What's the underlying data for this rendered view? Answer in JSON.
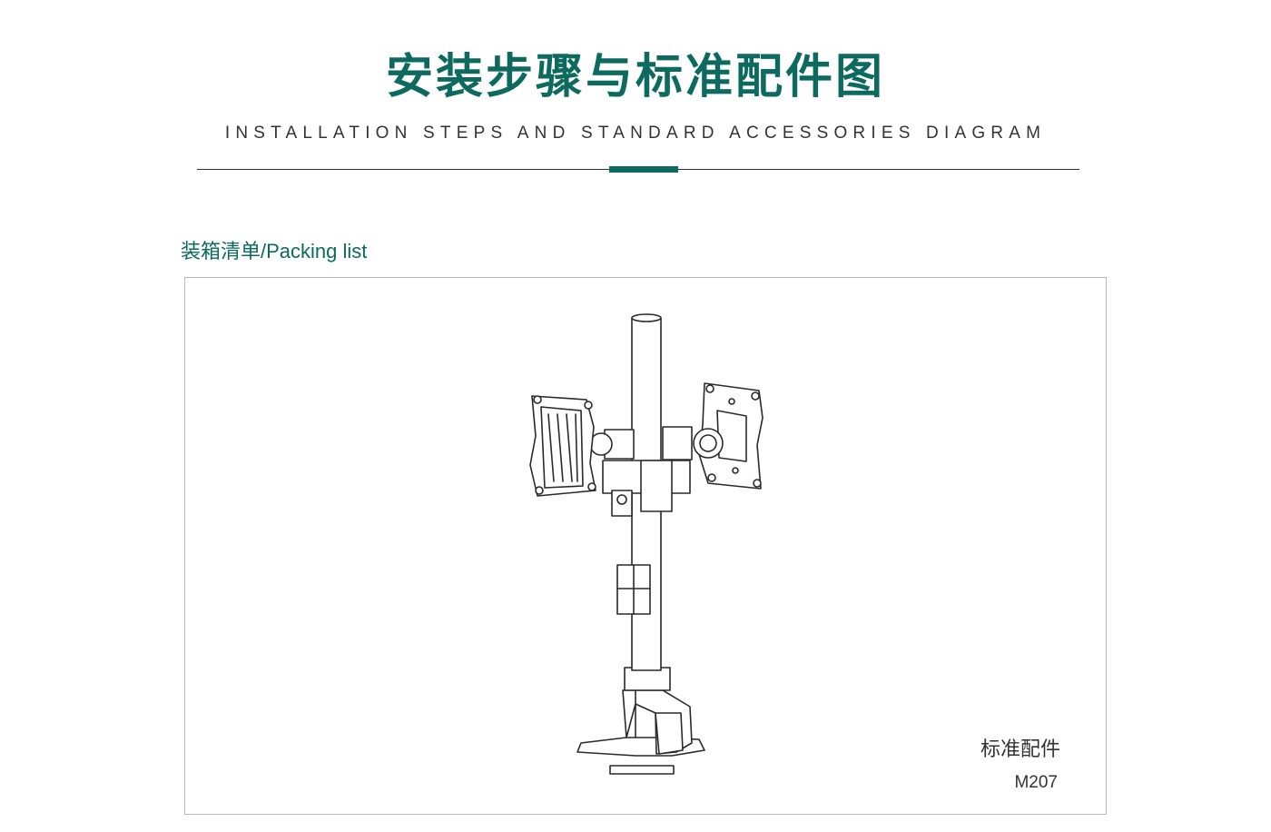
{
  "header": {
    "title": "安装步骤与标准配件图",
    "subtitle": "INSTALLATION STEPS AND STANDARD ACCESSORIES DIAGRAM"
  },
  "section": {
    "title_zh": "装箱清单",
    "title_en": "/Packing list"
  },
  "product": {
    "standard_label": "标准配件",
    "model": "M207"
  },
  "colors": {
    "accent": "#0d6a5e",
    "text": "#333333",
    "frame_border": "#b8b8b8"
  }
}
